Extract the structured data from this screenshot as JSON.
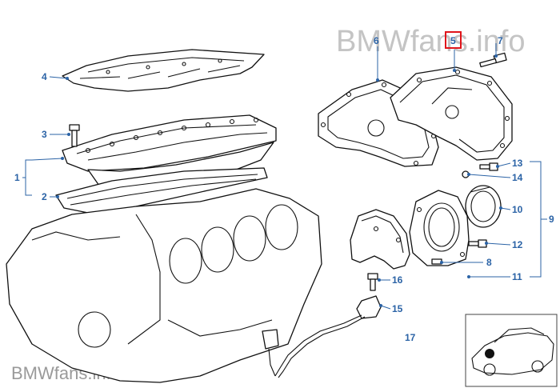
{
  "watermark_top": "BMWfans.info",
  "watermark_bottom": "BMWfans.info",
  "highlighted_callout": "5",
  "accent_color": "#2b63a6",
  "highlight_color": "#e0151b",
  "callouts": {
    "c1": "1",
    "c2": "2",
    "c3": "3",
    "c4": "4",
    "c5": "5",
    "c6": "6",
    "c7": "7",
    "c8": "8",
    "c9": "9",
    "c10": "10",
    "c11": "11",
    "c12": "12",
    "c13": "13",
    "c14": "14",
    "c15": "15",
    "c16": "16",
    "c17": "17"
  }
}
